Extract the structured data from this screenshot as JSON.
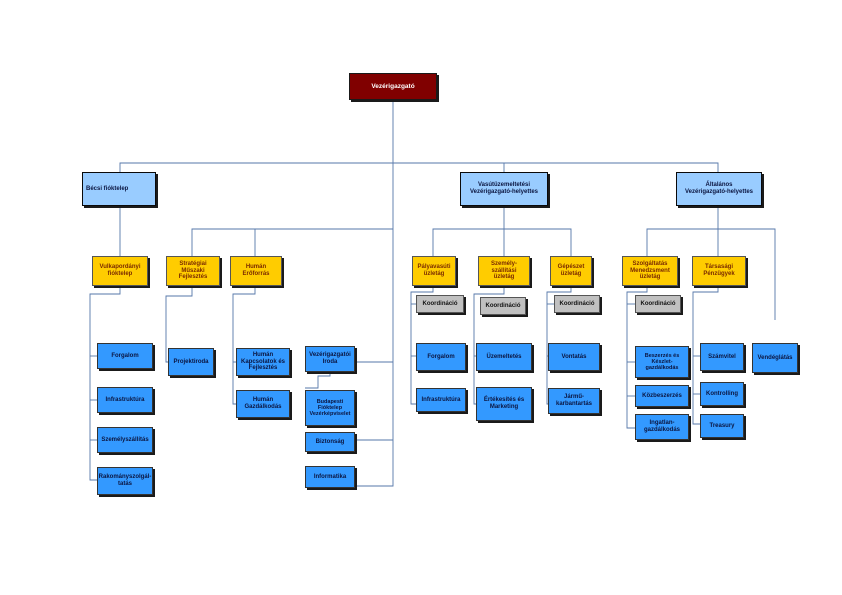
{
  "boxes": {
    "ceo": "Vezérigazgató",
    "budapest_branch": "Bécsi fióktelep",
    "railway_deputy": "Vasútüzemeltetési\nVezérigazgató-helyettes",
    "general_deputy": "Általános\nVezérigazgató-helyettes",
    "vulkan_branch": "Vulkapordányi\nfióktelep",
    "technical_dev": "Stratégiai\nMűszaki\nFejlesztés",
    "hr": "Humán\nErőforrás",
    "track_division": "Pályavasúti\nüzletág",
    "freight_division": "Személy-\nszállítási\nüzletág",
    "mechanical_division": "Gépészet\nüzletág",
    "services_division": "Szolgáltatás\nMenedzsment\nüzletág",
    "corporate_finance": "Társasági\nPénzügyek",
    "track_coordination": "Koordináció",
    "freight_coordination": "Koordináció",
    "mechanical_coordination": "Koordináció",
    "services_coordination": "Koordináció",
    "traffic": "Forgalom",
    "infrastructure": "Infrastruktúra",
    "passenger_service": "Személyszállítás",
    "freight_service": "Rakományszolgál-\ntatás",
    "project_office": "Projektiroda",
    "hr_relations": "Humán\nKapcsolatok és\nFejlesztés",
    "hr_management": "Humán\nGazdálkodás",
    "ceo_office": "Vezérigazgatói\nIroda",
    "budapest_rep": "Budapesti\nFióktelep\nVezérképviselet",
    "security": "Biztonság",
    "it": "Informatika",
    "track_traffic": "Forgalom",
    "track_infrastructure": "Infrastruktúra",
    "operations": "Üzemeltetés",
    "sales_marketing": "Értékesítés és\nMarketing",
    "traction": "Vontatás",
    "vehicle_maintenance": "Jármű-\nkarbantartás",
    "procurement_inventory": "Beszerzés és\nKészlet-\ngazdálkodás",
    "public_procurement": "Közbeszerzés",
    "property_management": "Ingatlan-\ngazdálkodás",
    "accounting": "Számvitel",
    "controlling": "Kontrolling",
    "treasury": "Treasury",
    "sales": "Vendéglátás"
  }
}
